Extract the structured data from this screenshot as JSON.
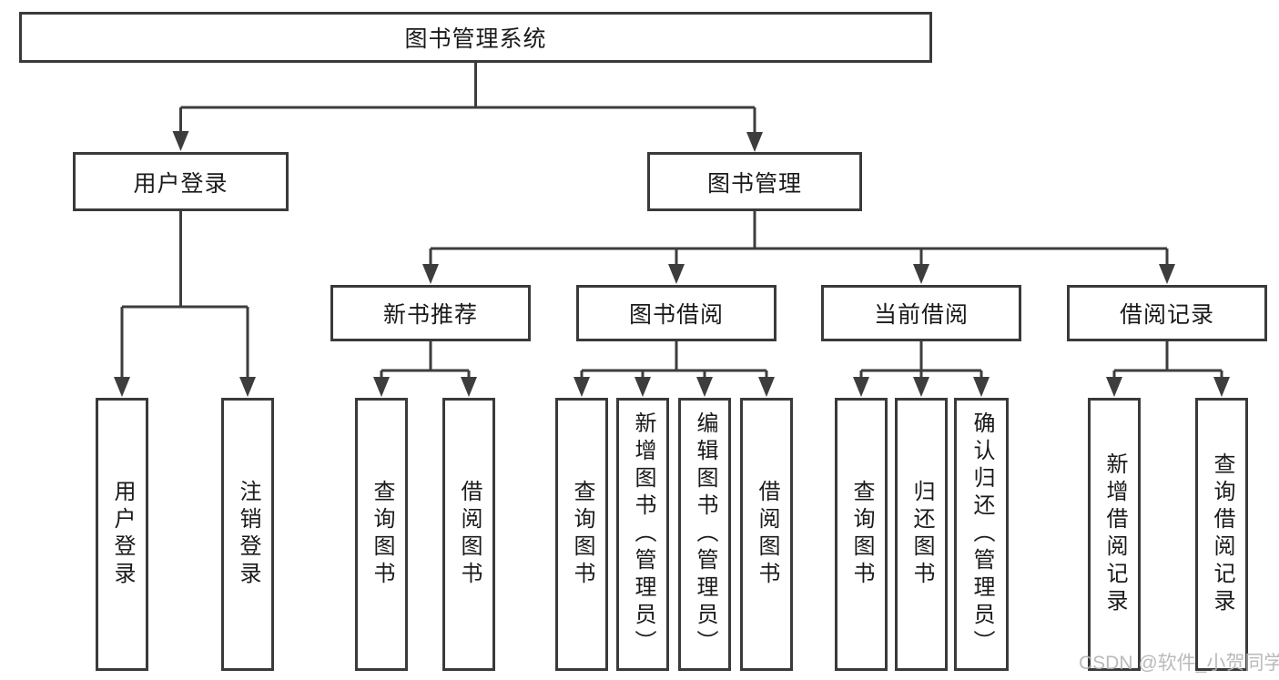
{
  "root": {
    "label": "图书管理系统"
  },
  "level2": {
    "user": {
      "label": "用户登录"
    },
    "mgmt": {
      "label": "图书管理"
    }
  },
  "level3": {
    "recommend": {
      "label": "新书推荐"
    },
    "borrow": {
      "label": "图书借阅"
    },
    "current": {
      "label": "当前借阅"
    },
    "records": {
      "label": "借阅记录"
    }
  },
  "leaves": {
    "user": {
      "login": "用户登录",
      "logout": "注销登录"
    },
    "recommend": {
      "query": "查询图书",
      "borrow": "借阅图书"
    },
    "borrow": {
      "query": "查询图书",
      "add": "新增图书（管理员）",
      "edit": "编辑图书（管理员）",
      "borrow": "借阅图书"
    },
    "current": {
      "query": "查询图书",
      "return": "归还图书",
      "confirm": "确认归还（管理员）"
    },
    "records": {
      "add": "新增借阅记录",
      "query": "查询借阅记录"
    }
  },
  "watermark": {
    "label": "CSDN @软件_小贺同学"
  },
  "colors": {
    "line": "#3d3d3d",
    "border": "#3a3a3a",
    "text": "#1a1a1a",
    "watermark": "#b3b3b3",
    "background": "#ffffff"
  }
}
